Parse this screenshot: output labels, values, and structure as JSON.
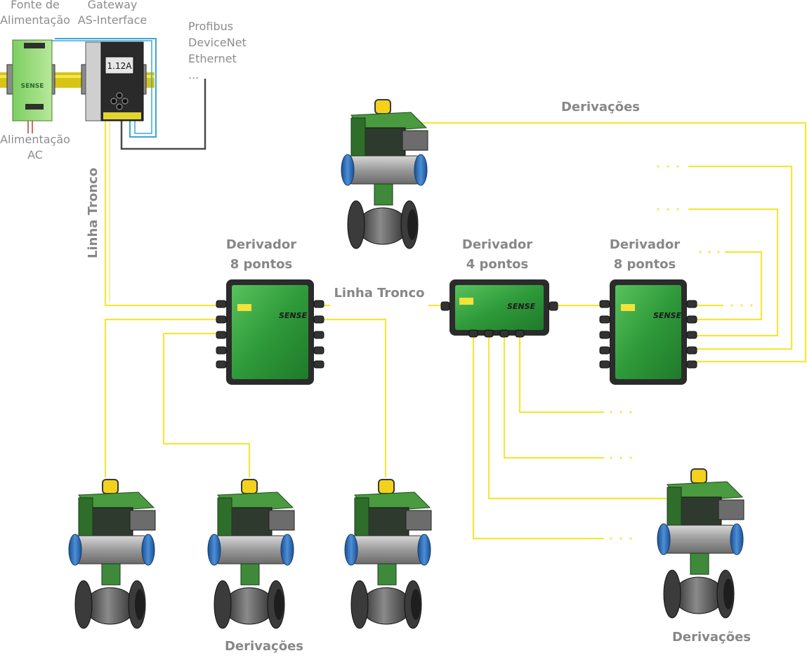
{
  "labels": {
    "fonte": [
      "Fonte de",
      "Alimentação"
    ],
    "gateway": [
      "Gateway",
      "AS-Interface"
    ],
    "protocols": [
      "Profibus",
      "DeviceNet",
      "Ethernet",
      "..."
    ],
    "alimentacao": [
      "Alimentação",
      "AC"
    ],
    "linha_tronco_vertical": "Linha Tronco",
    "linha_tronco": "Linha Tronco",
    "derivador_left": [
      "Derivador",
      "8 pontos"
    ],
    "derivador_mid": [
      "Derivador",
      "4 pontos"
    ],
    "derivador_right": [
      "Derivador",
      "8 pontos"
    ],
    "derivacoes_top": "Derivações",
    "derivacoes_bottom_left": "Derivações",
    "derivacoes_bottom_right": "Derivações"
  },
  "gateway_display": "1.12A",
  "brand_text": "SENSE",
  "colors": {
    "cable": "#f5e63a",
    "box_green": "#3fa845",
    "box_frame": "#2b2b2b",
    "actuator_blue": "#2f6fb7",
    "actuator_green": "#3b7d3b",
    "valve_gray": "#555555"
  }
}
